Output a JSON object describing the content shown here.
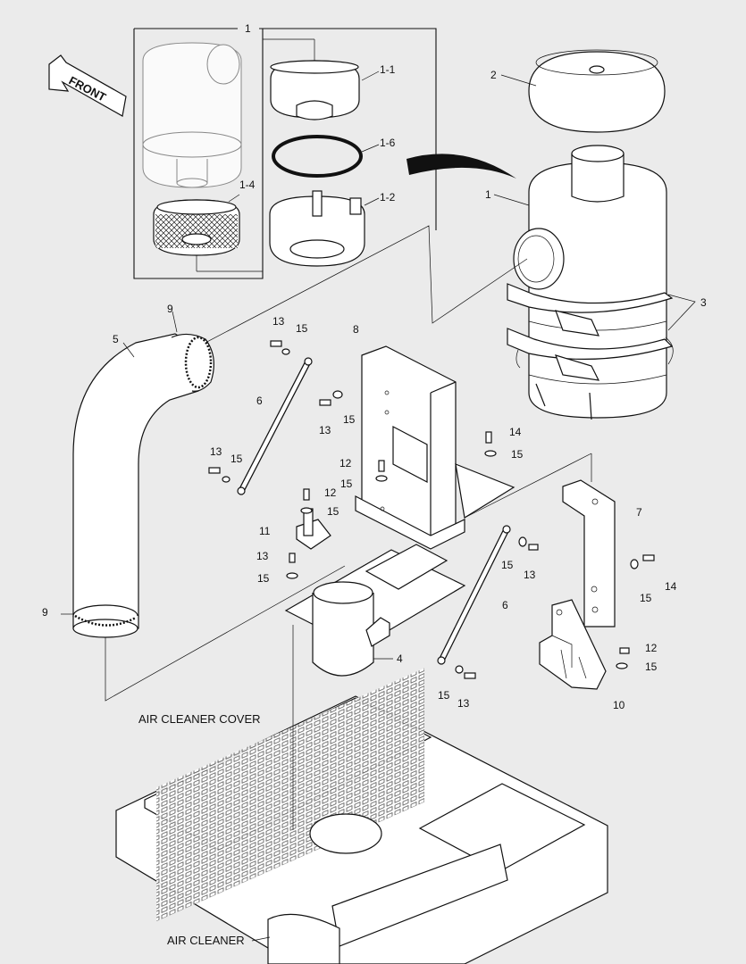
{
  "diagram": {
    "captions": {
      "air_cleaner_cover": "AIR CLEANER COVER",
      "air_cleaner": "AIR CLEANER",
      "front": "FRONT"
    },
    "callouts": {
      "assy_1_top": "1",
      "c_1_1": "1-1",
      "c_1_6": "1-6",
      "c_1_2": "1-2",
      "c_1_4": "1-4",
      "c_2": "2",
      "c_1_right": "1",
      "c_3": "3",
      "c_9_top": "9",
      "c_5": "5",
      "c_9_bottom": "9",
      "c_13_a": "13",
      "c_15_a": "15",
      "c_8": "8",
      "c_6_left": "6",
      "c_15_b": "15",
      "c_13_b": "13",
      "c_13_c": "13",
      "c_15_c": "15",
      "c_12_a": "12",
      "c_15_d": "15",
      "c_14_a": "14",
      "c_15_e": "15",
      "c_12_b": "12",
      "c_15_f": "15",
      "c_11": "11",
      "c_13_d": "13",
      "c_15_g": "15",
      "c_7": "7",
      "c_15_h": "15",
      "c_13_e": "13",
      "c_14_b": "14",
      "c_15_i": "15",
      "c_6_right": "6",
      "c_4": "4",
      "c_12_c": "12",
      "c_15_j": "15",
      "c_15_k": "15",
      "c_13_f": "13",
      "c_10": "10"
    }
  }
}
